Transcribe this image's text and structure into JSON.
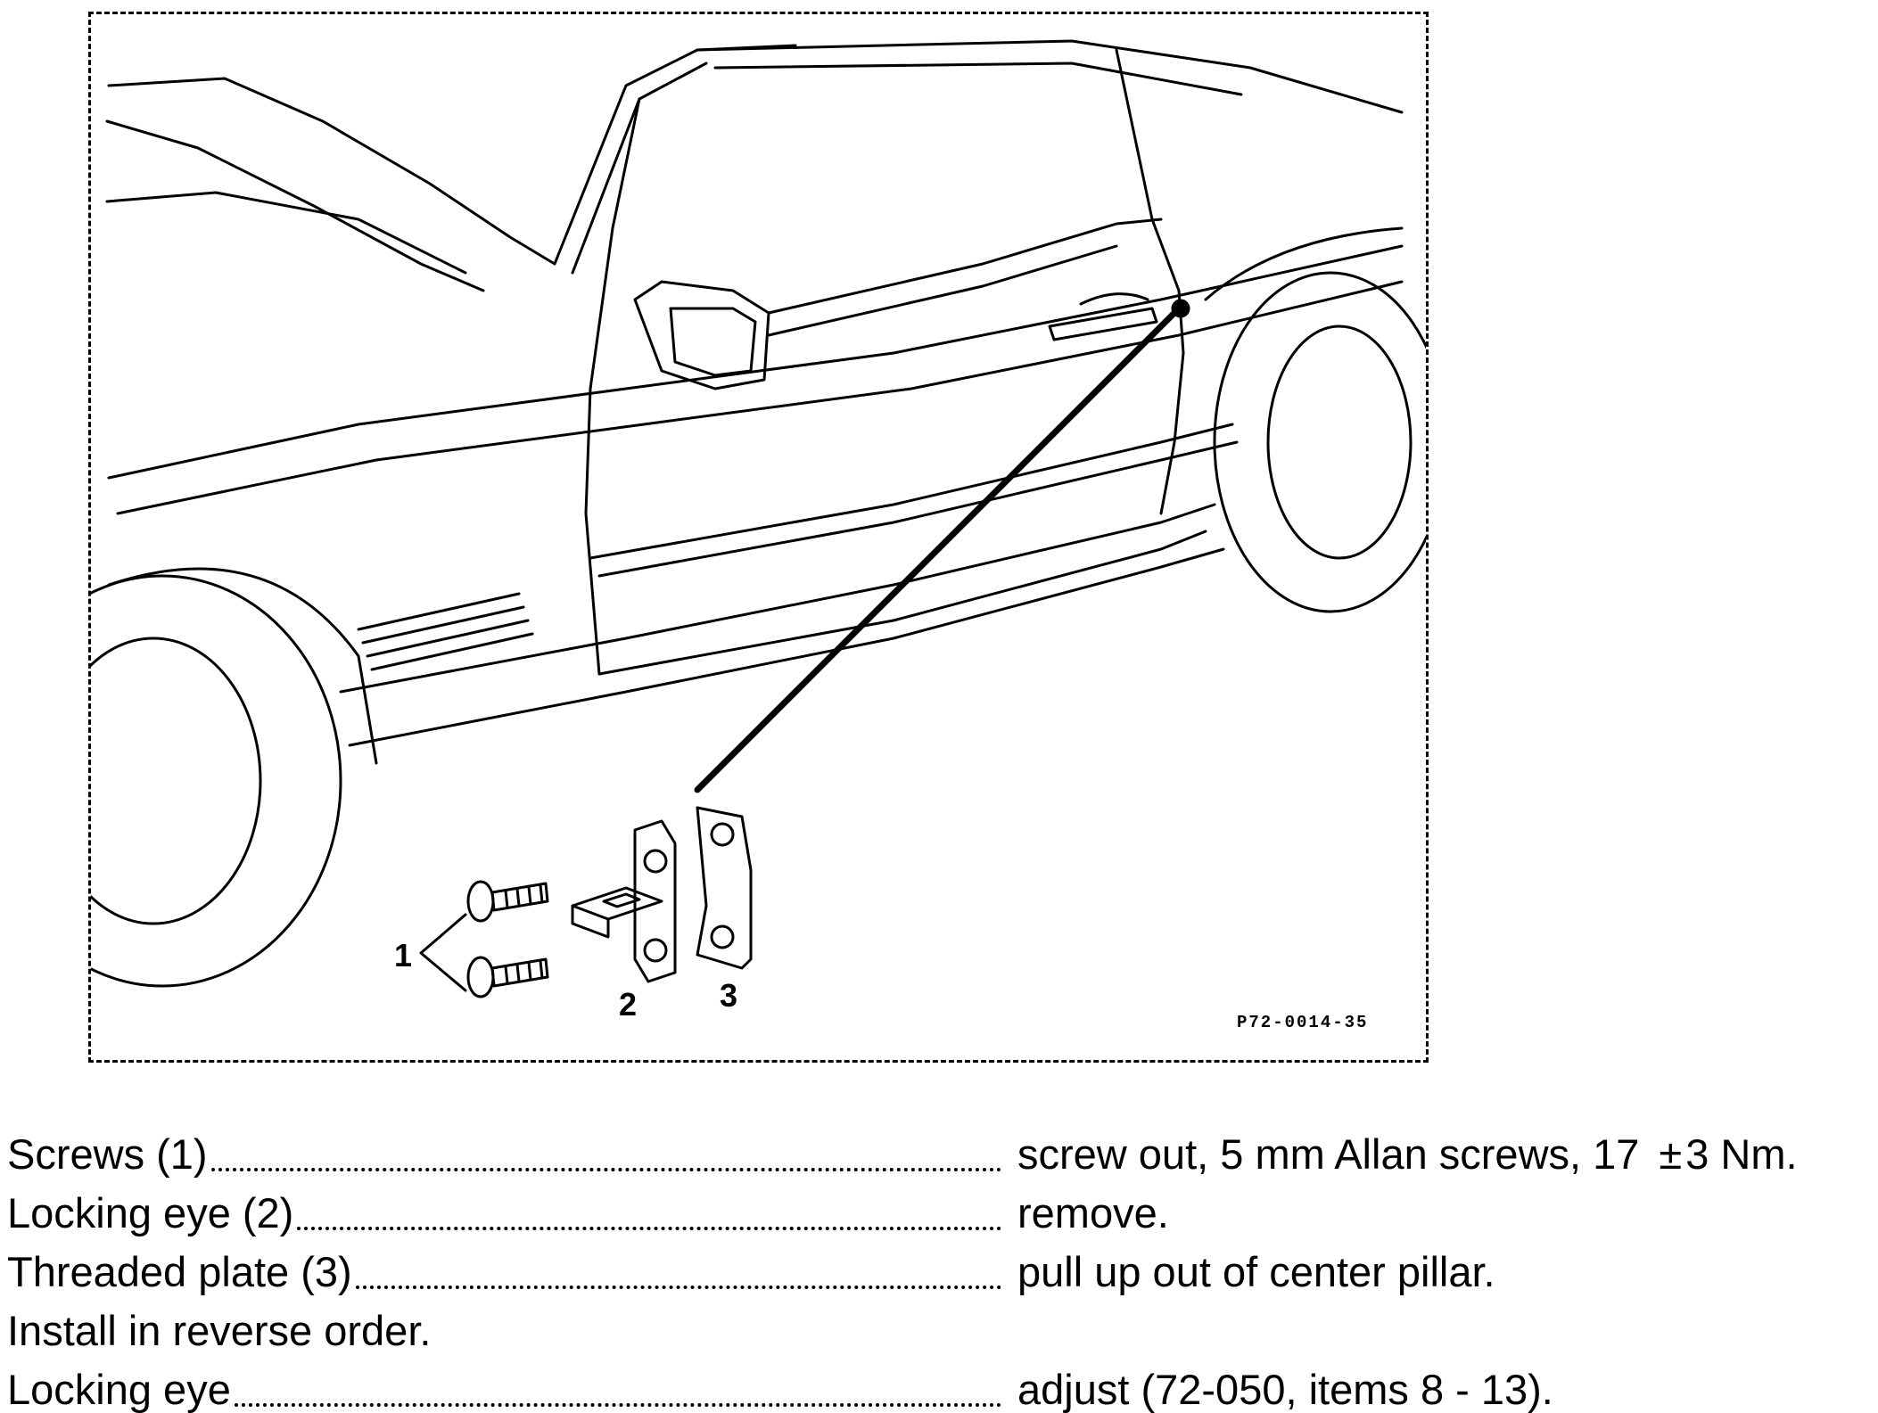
{
  "figure": {
    "part_labels": [
      "1",
      "2",
      "3"
    ],
    "code": "P72-0014-35"
  },
  "steps": [
    {
      "label": "Screws (1)",
      "action": "screw out, 5 mm Allan screws, 17",
      "pm": "±",
      "action_tail": "3 Nm."
    },
    {
      "label": "Locking eye (2)",
      "action": "remove."
    },
    {
      "label": "Threaded plate (3)",
      "action": "pull up out of center pillar."
    },
    {
      "label": "Install in reverse order."
    },
    {
      "label": "Locking eye",
      "action": "adjust (72-050, items 8 - 13)."
    }
  ]
}
